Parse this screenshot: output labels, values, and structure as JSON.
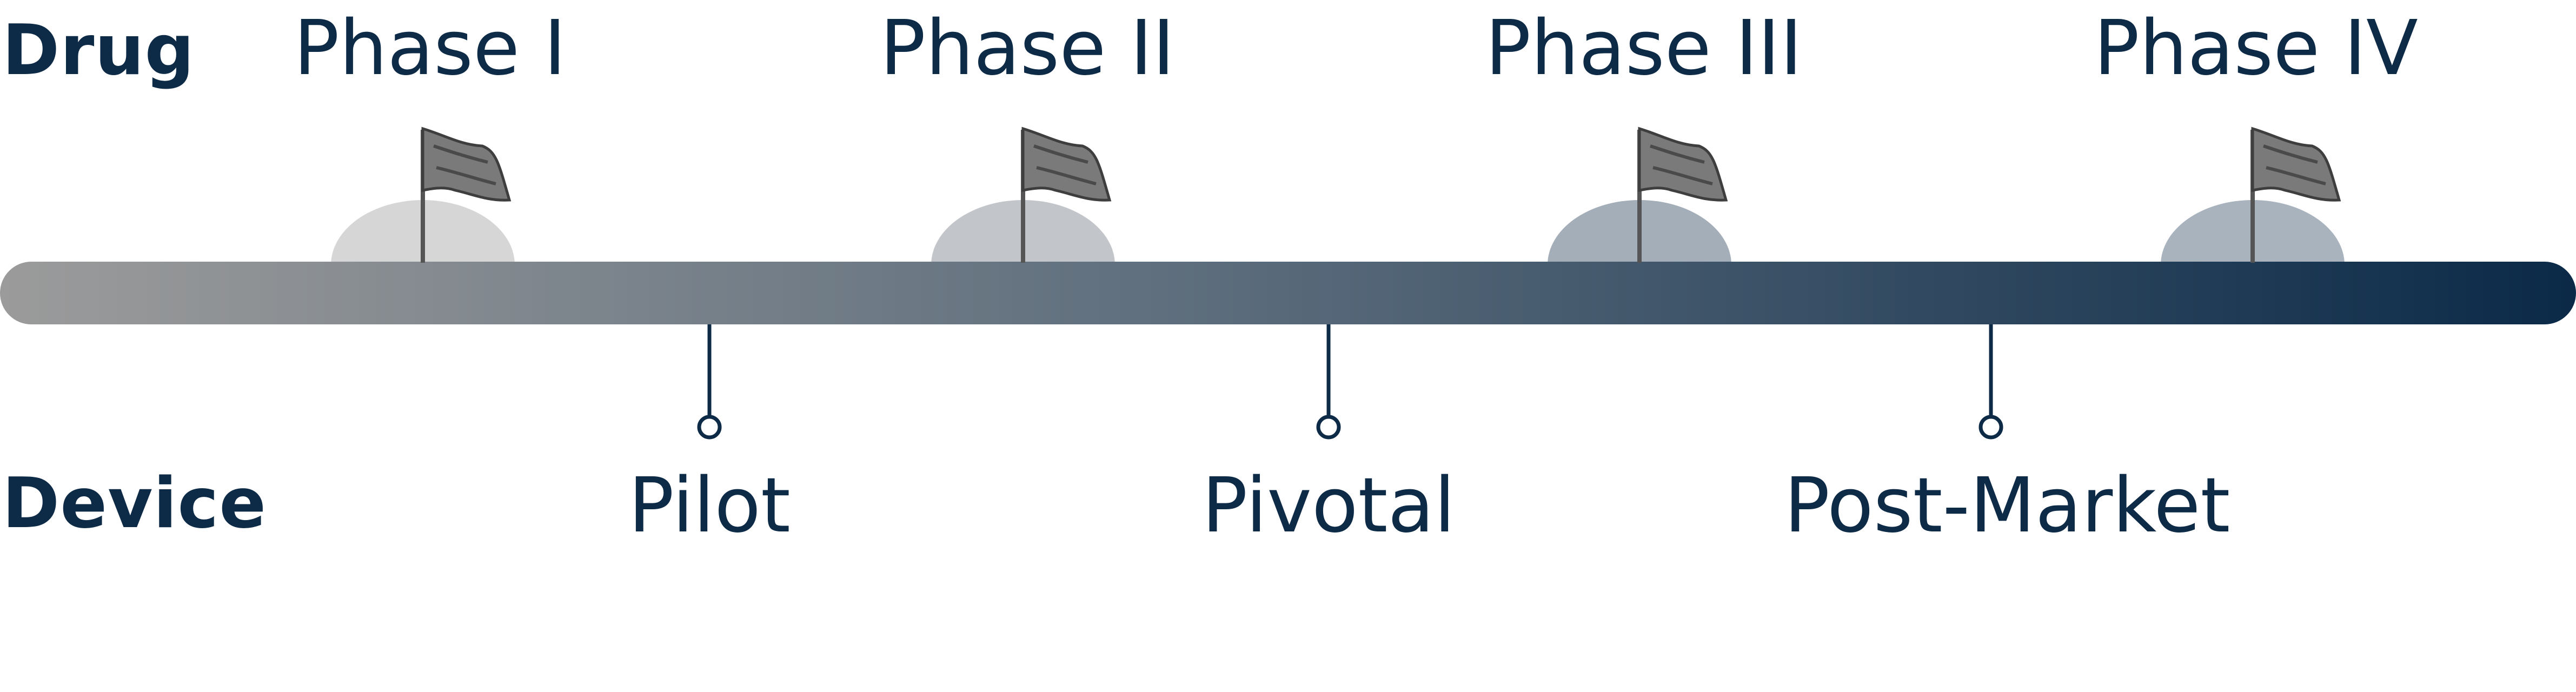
{
  "rows": {
    "drug": "Drug",
    "device": "Device"
  },
  "drug_phases": [
    {
      "label": "Phase I",
      "mound_color": "#d6d6d6"
    },
    {
      "label": "Phase II",
      "mound_color": "#c2c6cb"
    },
    {
      "label": "Phase III",
      "mound_color": "#a3aeb9"
    },
    {
      "label": "Phase IV",
      "mound_color": "#a8b3be"
    }
  ],
  "device_stages": [
    {
      "label": "Pilot"
    },
    {
      "label": "Pivotal"
    },
    {
      "label": "Post-Market"
    }
  ],
  "colors": {
    "text": "#0d2a47",
    "bar_start": "#9b9b9b",
    "bar_end": "#0b2a48",
    "connector": "#0d2a47",
    "flag": "#7a7a7a",
    "flag_dark": "#3e3e3e"
  },
  "icons": {
    "phase_marker": "flag-icon",
    "stage_marker": "pin-icon"
  }
}
